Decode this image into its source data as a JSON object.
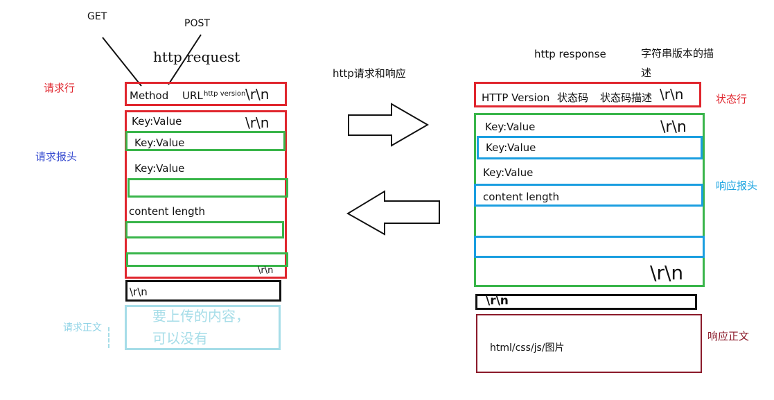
{
  "request": {
    "get_label": "GET",
    "post_label": "POST",
    "title": "http request",
    "line_label": "请求行",
    "line_method": "Method",
    "line_url": "URL",
    "line_version": "http version",
    "line_crlf": "\\r\\n",
    "headers_label": "请求报头",
    "header_1": "Key:Value",
    "header_1_crlf": "\\r\\n",
    "header_2": "Key:Value",
    "header_3": "Key:Value",
    "header_4": "content length",
    "headers_end_crlf": "\\r\\n",
    "blank_line": "\\r\\n",
    "body_label": "请求正文",
    "body_text_1": "要上传的内容，",
    "body_text_2": "可以没有"
  },
  "center": {
    "title": "http请求和响应"
  },
  "response": {
    "title": "http response",
    "note": "字符串版本的描",
    "note_2": "述",
    "status_label": "状态行",
    "status_version": "HTTP Version",
    "status_code": "状态码",
    "status_desc": "状态码描述",
    "status_crlf": "\\r\\n",
    "headers_label": "响应报头",
    "header_1": "Key:Value",
    "header_1_crlf": "\\r\\n",
    "header_2": "Key:Value",
    "header_3": "Key:Value",
    "header_4": "content length",
    "headers_end_crlf": "\\r\\n",
    "blank_line": "\\r\\n",
    "body_label": "响应正文",
    "body_text": "html/css/js/图片"
  }
}
